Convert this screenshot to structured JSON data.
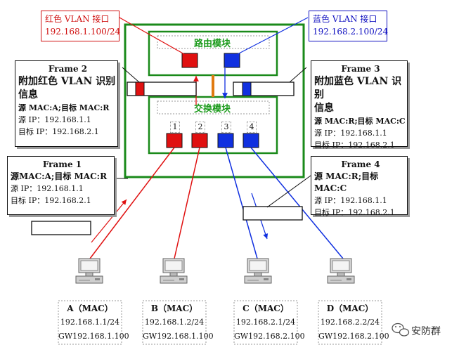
{
  "vlan_labels": {
    "red": {
      "title": "红色 VLAN 接口",
      "ip": "192.168.1.100/24"
    },
    "blue": {
      "title": "蓝色 VLAN 接口",
      "ip": "192.168.2.100/24"
    }
  },
  "modules": {
    "router": "路由模块",
    "switch": "交换模块"
  },
  "ports": [
    "1",
    "2",
    "3",
    "4"
  ],
  "frames": {
    "frame1": {
      "title": "Frame 1",
      "lines": [
        "源MAC:A;目标 MAC:R",
        "源 IP：192.168.1.1",
        "目标 IP：192.168.2.1"
      ]
    },
    "frame2": {
      "title": "Frame 2",
      "lines": [
        "附加红色 VLAN 识别",
        "信息",
        "源 MAC:A;目标 MAC:R",
        "源 IP：192.168.1.1",
        "目标 IP：192.168.2.1"
      ]
    },
    "frame3": {
      "title": "Frame 3",
      "lines": [
        "附加蓝色 VLAN 识别",
        "信息",
        "源 MAC:R;目标 MAC:C",
        "源 IP：192.168.1.1",
        "目标 IP：192.168.2.1"
      ]
    },
    "frame4": {
      "title": "Frame 4",
      "lines": [
        "源 MAC:R;目标 MAC:C",
        "源 IP：192.168.1.1",
        "目标 IP：192.168.2.1"
      ]
    }
  },
  "hosts": [
    {
      "name": "A（MAC）",
      "ip": "192.168.1.1/24",
      "gw": "GW192.168.1.100"
    },
    {
      "name": "B（MAC）",
      "ip": "192.168.1.2/24",
      "gw": "GW192.168.1.100"
    },
    {
      "name": "C（MAC）",
      "ip": "192.168.2.1/24",
      "gw": "GW192.168.2.100"
    },
    {
      "name": "D（MAC）",
      "ip": "192.168.2.2/24",
      "gw": "GW192.168.2.100"
    }
  ],
  "watermark": "安防群",
  "colors": {
    "red": "#e01010",
    "blue": "#1030e0",
    "green": "#1a8a1a",
    "orange": "#e07a10"
  }
}
